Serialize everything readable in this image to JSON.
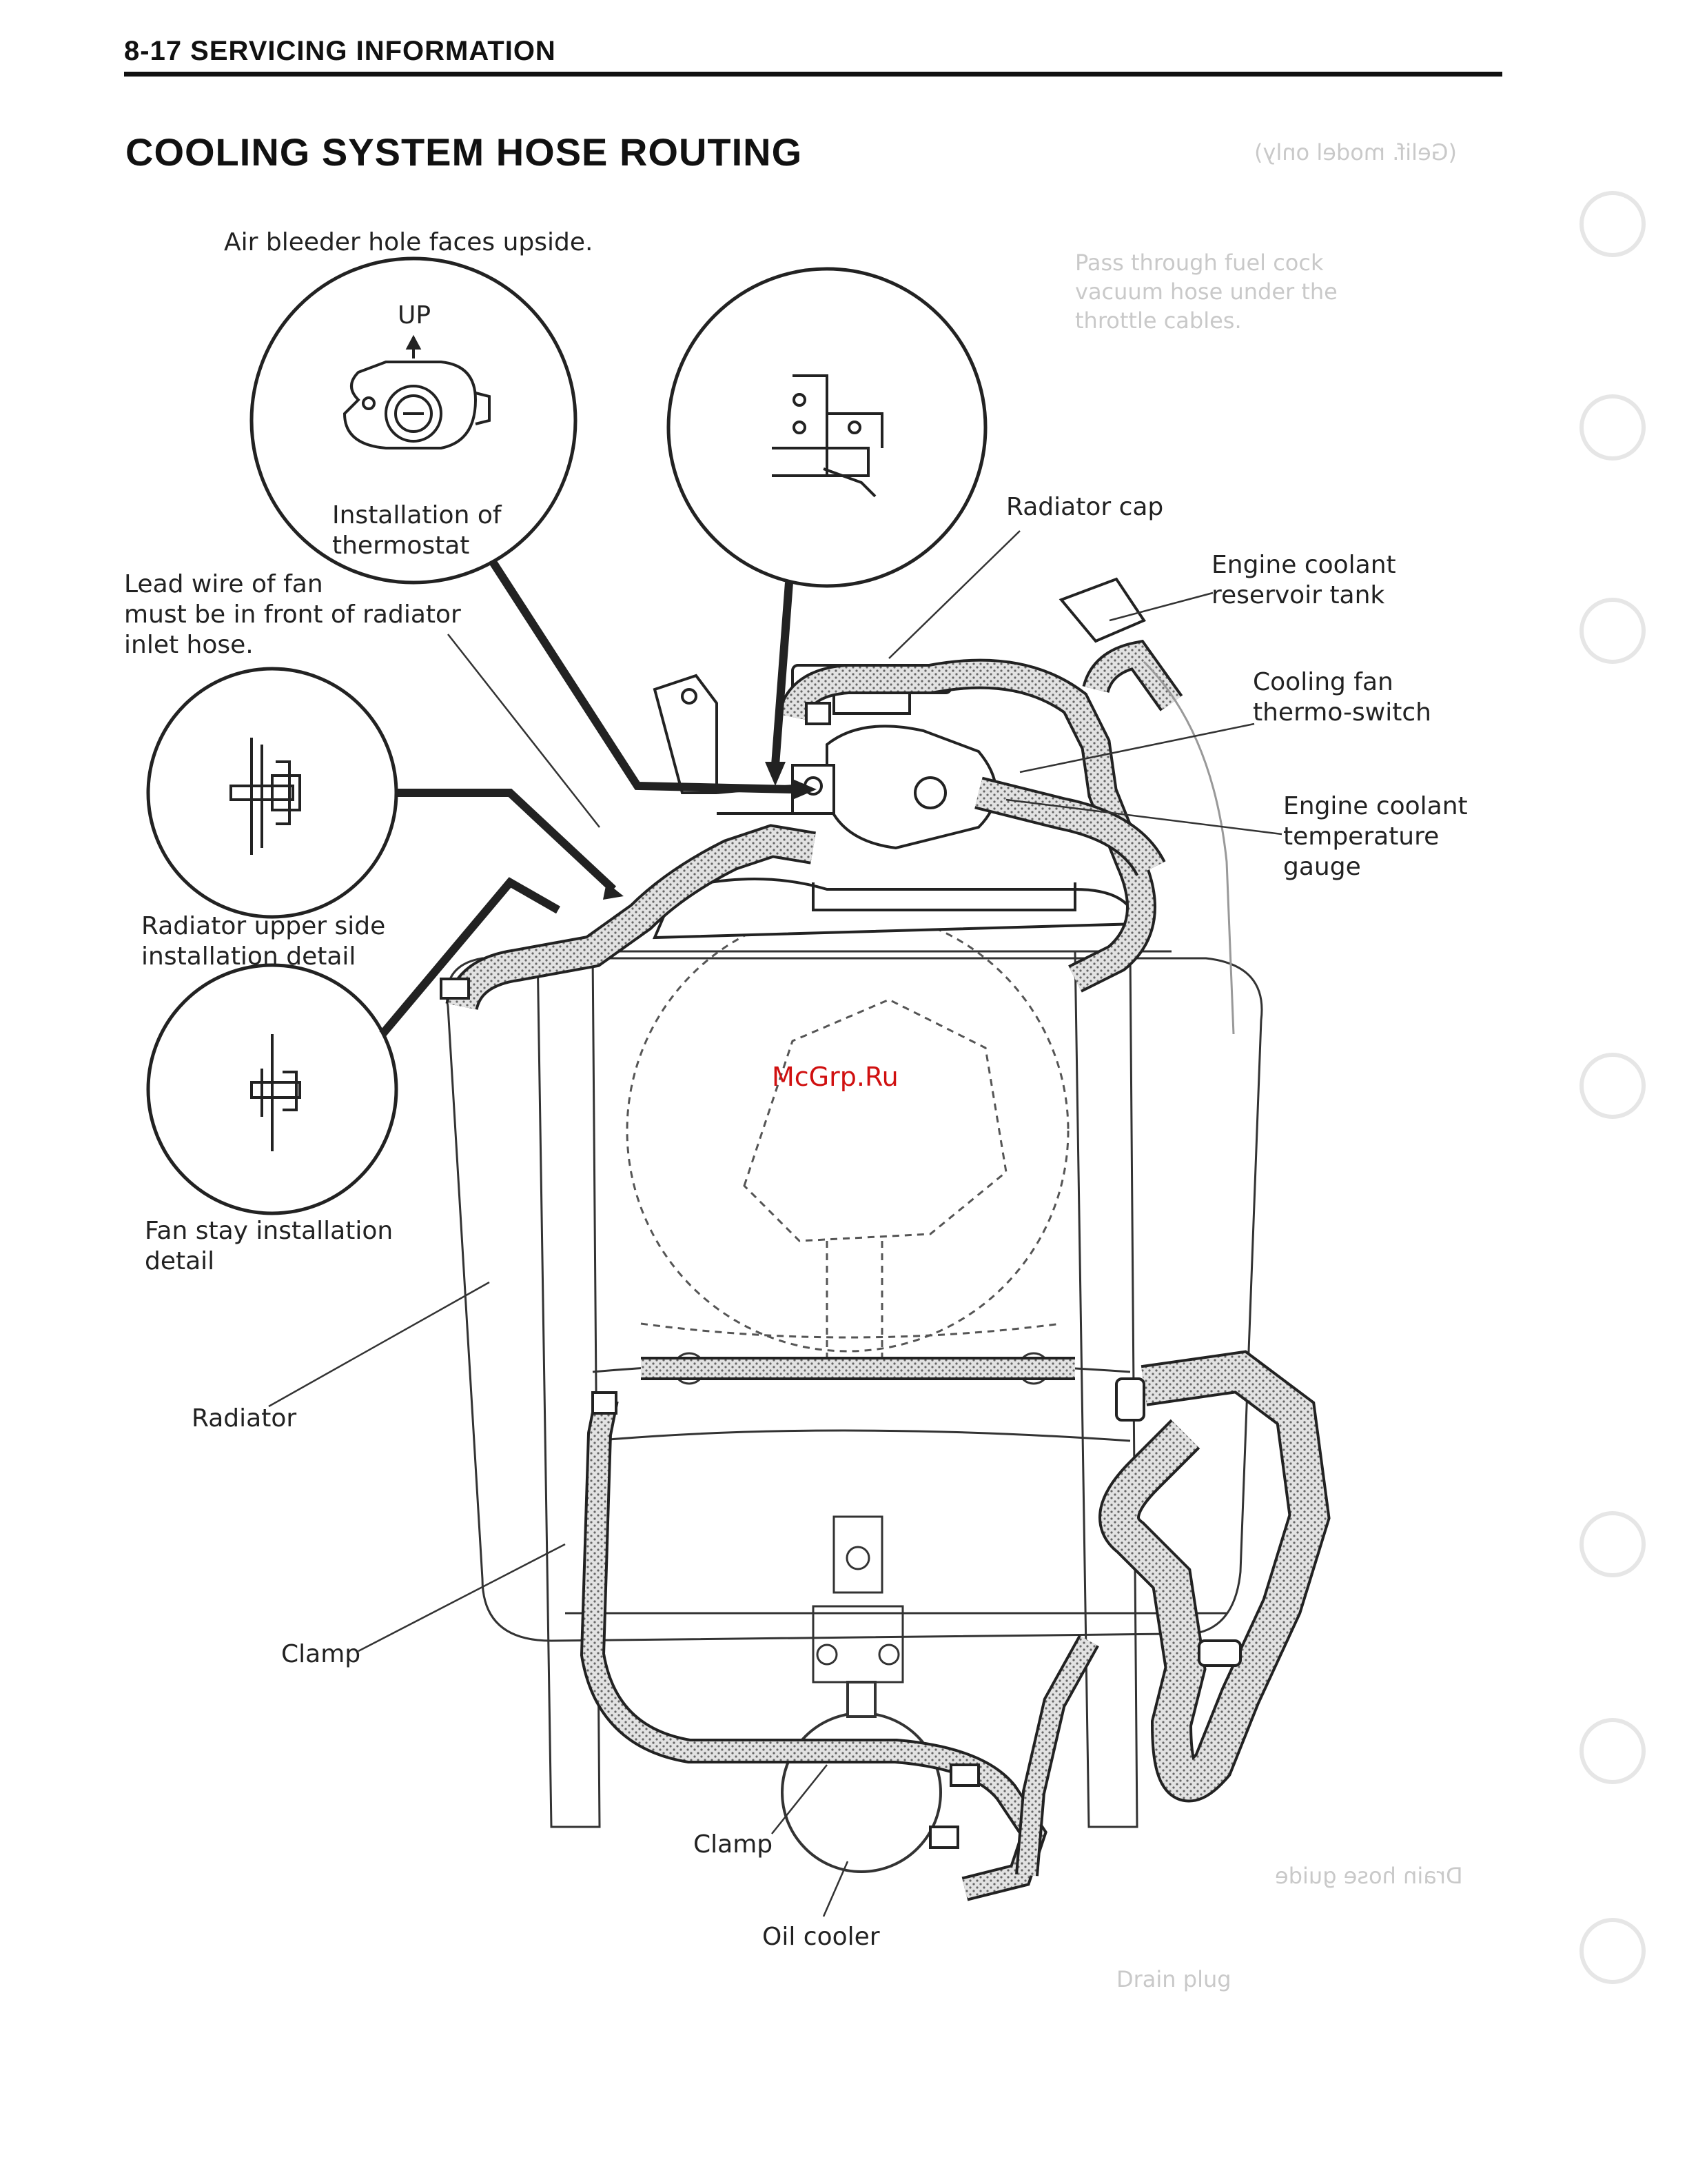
{
  "header": {
    "section": "8-17  SERVICING INFORMATION"
  },
  "page_title": "COOLING SYSTEM HOSE ROUTING",
  "labels": {
    "air_bleeder": "Air bleeder hole faces upside.",
    "up": "UP",
    "thermostat": "Installation of\nthermostat",
    "lead_wire": "Lead wire of fan\nmust be in front of radiator\ninlet hose.",
    "radiator_cap": "Radiator cap",
    "reservoir_tank": "Engine coolant\nreservoir tank",
    "thermo_switch": "Cooling fan\nthermo-switch",
    "temp_gauge": "Engine coolant\ntemperature\ngauge",
    "upper_side": "Radiator upper side\ninstallation detail",
    "fan_stay": "Fan stay installation\ndetail",
    "radiator": "Radiator",
    "clamp_left": "Clamp",
    "clamp_bottom": "Clamp",
    "oil_cooler": "Oil cooler"
  },
  "watermark": "McGrp.Ru",
  "ghost_text": {
    "g1": "(Gelif. model only)",
    "g2": "Pass through fuel cock\nvacuum hose under the\nthrottle cables.",
    "g3": "Drain hose guide",
    "g4": "Drain plug"
  }
}
